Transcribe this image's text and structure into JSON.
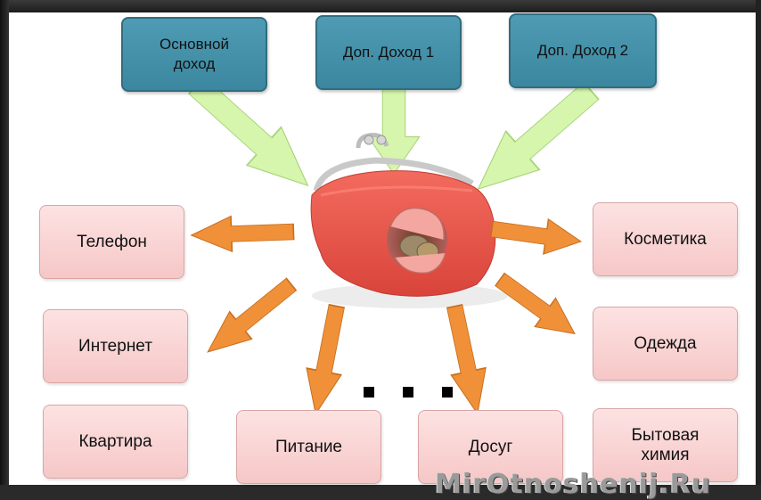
{
  "income": [
    {
      "id": "main",
      "label": "Основной\nдоход"
    },
    {
      "id": "extra1",
      "label": "Доп. Доход 1"
    },
    {
      "id": "extra2",
      "label": "Доп. Доход 2"
    }
  ],
  "expenses": [
    {
      "id": "phone",
      "label": "Телефон"
    },
    {
      "id": "internet",
      "label": "Интернет"
    },
    {
      "id": "apartment",
      "label": "Квартира"
    },
    {
      "id": "food",
      "label": "Питание"
    },
    {
      "id": "leisure",
      "label": "Досуг"
    },
    {
      "id": "cosmetics",
      "label": "Косметика"
    },
    {
      "id": "clothes",
      "label": "Одежда"
    },
    {
      "id": "household",
      "label": "Бытовая\nхимия"
    }
  ],
  "watermark": "MirOtnoshenij.Ru",
  "colors": {
    "income_box": "#4590a8",
    "expense_box": "#fbd5d5",
    "inflow_arrow": "#d4f5a8",
    "outflow_arrow": "#f0913a",
    "wallet": "#ea5a4e"
  },
  "icons": [
    "wallet-icon",
    "coins-icon"
  ]
}
